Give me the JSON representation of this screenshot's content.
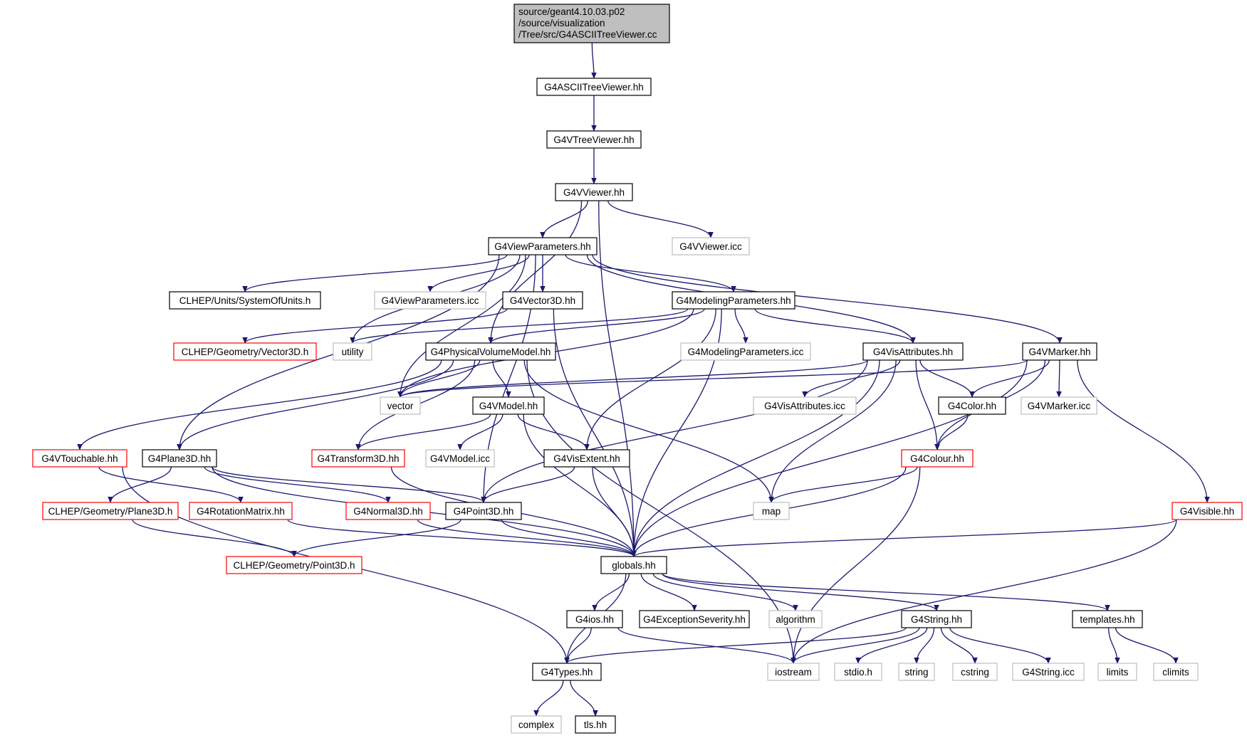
{
  "colors": {
    "edge": "#191970",
    "normal_border": "#000000",
    "truncated_border": "#ff0000",
    "system_border": "#bfbfbf",
    "root_fill": "#bfbfbf",
    "node_fill": "#ffffff"
  },
  "nodes": [
    {
      "id": "root",
      "lines": [
        "source/geant4.10.03.p02",
        "/source/visualization",
        "/Tree/src/G4ASCIITreeViewer.cc"
      ],
      "kind": "root"
    },
    {
      "id": "ascii",
      "lines": [
        "G4ASCIITreeViewer.hh"
      ],
      "kind": "normal"
    },
    {
      "id": "vtree",
      "lines": [
        "G4VTreeViewer.hh"
      ],
      "kind": "normal"
    },
    {
      "id": "vviewer",
      "lines": [
        "G4VViewer.hh"
      ],
      "kind": "normal"
    },
    {
      "id": "viewparams",
      "lines": [
        "G4ViewParameters.hh"
      ],
      "kind": "normal"
    },
    {
      "id": "vvieweric",
      "lines": [
        "G4VViewer.icc"
      ],
      "kind": "system"
    },
    {
      "id": "units",
      "lines": [
        "CLHEP/Units/SystemOfUnits.h"
      ],
      "kind": "normal"
    },
    {
      "id": "vpicc",
      "lines": [
        "G4ViewParameters.icc"
      ],
      "kind": "system"
    },
    {
      "id": "vector3d",
      "lines": [
        "G4Vector3D.hh"
      ],
      "kind": "normal"
    },
    {
      "id": "modelparams",
      "lines": [
        "G4ModelingParameters.hh"
      ],
      "kind": "normal"
    },
    {
      "id": "clhepvec",
      "lines": [
        "CLHEP/Geometry/Vector3D.h"
      ],
      "kind": "truncated"
    },
    {
      "id": "utility",
      "lines": [
        "utility"
      ],
      "kind": "system"
    },
    {
      "id": "pvmodel",
      "lines": [
        "G4PhysicalVolumeModel.hh"
      ],
      "kind": "normal"
    },
    {
      "id": "mpicc",
      "lines": [
        "G4ModelingParameters.icc"
      ],
      "kind": "system"
    },
    {
      "id": "visattr",
      "lines": [
        "G4VisAttributes.hh"
      ],
      "kind": "normal"
    },
    {
      "id": "vmarker",
      "lines": [
        "G4VMarker.hh"
      ],
      "kind": "normal"
    },
    {
      "id": "vector",
      "lines": [
        "vector"
      ],
      "kind": "system"
    },
    {
      "id": "vmodel",
      "lines": [
        "G4VModel.hh"
      ],
      "kind": "normal"
    },
    {
      "id": "vaicc",
      "lines": [
        "G4VisAttributes.icc"
      ],
      "kind": "system"
    },
    {
      "id": "color",
      "lines": [
        "G4Color.hh"
      ],
      "kind": "normal"
    },
    {
      "id": "vmicc",
      "lines": [
        "G4VMarker.icc"
      ],
      "kind": "system"
    },
    {
      "id": "touchable",
      "lines": [
        "G4VTouchable.hh"
      ],
      "kind": "truncated"
    },
    {
      "id": "plane3d",
      "lines": [
        "G4Plane3D.hh"
      ],
      "kind": "normal"
    },
    {
      "id": "transform",
      "lines": [
        "G4Transform3D.hh"
      ],
      "kind": "truncated"
    },
    {
      "id": "vmodelicc",
      "lines": [
        "G4VModel.icc"
      ],
      "kind": "system"
    },
    {
      "id": "visextent",
      "lines": [
        "G4VisExtent.hh"
      ],
      "kind": "normal"
    },
    {
      "id": "colour",
      "lines": [
        "G4Colour.hh"
      ],
      "kind": "truncated"
    },
    {
      "id": "clhepplane",
      "lines": [
        "CLHEP/Geometry/Plane3D.h"
      ],
      "kind": "truncated"
    },
    {
      "id": "rotmat",
      "lines": [
        "G4RotationMatrix.hh"
      ],
      "kind": "truncated"
    },
    {
      "id": "normal3d",
      "lines": [
        "G4Normal3D.hh"
      ],
      "kind": "truncated"
    },
    {
      "id": "point3d",
      "lines": [
        "G4Point3D.hh"
      ],
      "kind": "normal"
    },
    {
      "id": "map",
      "lines": [
        "map"
      ],
      "kind": "system"
    },
    {
      "id": "visible",
      "lines": [
        "G4Visible.hh"
      ],
      "kind": "truncated"
    },
    {
      "id": "clheppoint",
      "lines": [
        "CLHEP/Geometry/Point3D.h"
      ],
      "kind": "truncated"
    },
    {
      "id": "globals",
      "lines": [
        "globals.hh"
      ],
      "kind": "normal"
    },
    {
      "id": "g4ios",
      "lines": [
        "G4ios.hh"
      ],
      "kind": "normal"
    },
    {
      "id": "exsev",
      "lines": [
        "G4ExceptionSeverity.hh"
      ],
      "kind": "normal"
    },
    {
      "id": "algorithm",
      "lines": [
        "algorithm"
      ],
      "kind": "system"
    },
    {
      "id": "g4string",
      "lines": [
        "G4String.hh"
      ],
      "kind": "normal"
    },
    {
      "id": "templates",
      "lines": [
        "templates.hh"
      ],
      "kind": "normal"
    },
    {
      "id": "g4types",
      "lines": [
        "G4Types.hh"
      ],
      "kind": "normal"
    },
    {
      "id": "iostream",
      "lines": [
        "iostream"
      ],
      "kind": "system"
    },
    {
      "id": "stdio",
      "lines": [
        "stdio.h"
      ],
      "kind": "system"
    },
    {
      "id": "string",
      "lines": [
        "string"
      ],
      "kind": "system"
    },
    {
      "id": "cstring",
      "lines": [
        "cstring"
      ],
      "kind": "system"
    },
    {
      "id": "g4stricc",
      "lines": [
        "G4String.icc"
      ],
      "kind": "system"
    },
    {
      "id": "limits",
      "lines": [
        "limits"
      ],
      "kind": "system"
    },
    {
      "id": "climits",
      "lines": [
        "climits"
      ],
      "kind": "system"
    },
    {
      "id": "complex",
      "lines": [
        "complex"
      ],
      "kind": "system"
    },
    {
      "id": "tls",
      "lines": [
        "tls.hh"
      ],
      "kind": "normal"
    }
  ],
  "edges": [
    [
      "root",
      "ascii"
    ],
    [
      "ascii",
      "vtree"
    ],
    [
      "vtree",
      "vviewer"
    ],
    [
      "vviewer",
      "viewparams"
    ],
    [
      "vviewer",
      "vvieweric"
    ],
    [
      "vviewer",
      "pvmodel"
    ],
    [
      "vviewer",
      "globals"
    ],
    [
      "viewparams",
      "units"
    ],
    [
      "viewparams",
      "vpicc"
    ],
    [
      "viewparams",
      "vector3d"
    ],
    [
      "viewparams",
      "modelparams"
    ],
    [
      "viewparams",
      "utility"
    ],
    [
      "viewparams",
      "vector"
    ],
    [
      "viewparams",
      "visattr"
    ],
    [
      "viewparams",
      "vmarker"
    ],
    [
      "viewparams",
      "plane3d"
    ],
    [
      "viewparams",
      "point3d"
    ],
    [
      "vector3d",
      "clhepvec"
    ],
    [
      "vector3d",
      "globals"
    ],
    [
      "modelparams",
      "utility"
    ],
    [
      "modelparams",
      "pvmodel"
    ],
    [
      "modelparams",
      "mpicc"
    ],
    [
      "modelparams",
      "visattr"
    ],
    [
      "modelparams",
      "vector"
    ],
    [
      "modelparams",
      "visextent"
    ],
    [
      "modelparams",
      "globals"
    ],
    [
      "pvmodel",
      "vector"
    ],
    [
      "pvmodel",
      "vmodel"
    ],
    [
      "pvmodel",
      "touchable"
    ],
    [
      "pvmodel",
      "plane3d"
    ],
    [
      "pvmodel",
      "transform"
    ],
    [
      "pvmodel",
      "map"
    ],
    [
      "pvmodel",
      "iostream"
    ],
    [
      "visattr",
      "vector"
    ],
    [
      "visattr",
      "vaicc"
    ],
    [
      "visattr",
      "color"
    ],
    [
      "visattr",
      "colour"
    ],
    [
      "visattr",
      "map"
    ],
    [
      "visattr",
      "point3d"
    ],
    [
      "visattr",
      "globals"
    ],
    [
      "vmarker",
      "color"
    ],
    [
      "vmarker",
      "vmicc"
    ],
    [
      "vmarker",
      "colour"
    ],
    [
      "vmarker",
      "visible"
    ],
    [
      "vmarker",
      "vector"
    ],
    [
      "vmarker",
      "globals"
    ],
    [
      "vmodel",
      "transform"
    ],
    [
      "vmodel",
      "vmodelicc"
    ],
    [
      "vmodel",
      "visextent"
    ],
    [
      "vmodel",
      "globals"
    ],
    [
      "color",
      "colour"
    ],
    [
      "touchable",
      "rotmat"
    ],
    [
      "touchable",
      "g4types"
    ],
    [
      "plane3d",
      "clhepplane"
    ],
    [
      "plane3d",
      "normal3d"
    ],
    [
      "plane3d",
      "point3d"
    ],
    [
      "plane3d",
      "globals"
    ],
    [
      "transform",
      "globals"
    ],
    [
      "visextent",
      "point3d"
    ],
    [
      "visextent",
      "globals"
    ],
    [
      "colour",
      "map"
    ],
    [
      "colour",
      "globals"
    ],
    [
      "colour",
      "iostream"
    ],
    [
      "clhepplane",
      "clheppoint"
    ],
    [
      "rotmat",
      "globals"
    ],
    [
      "normal3d",
      "globals"
    ],
    [
      "point3d",
      "clheppoint"
    ],
    [
      "point3d",
      "globals"
    ],
    [
      "visible",
      "globals"
    ],
    [
      "visible",
      "iostream"
    ],
    [
      "globals",
      "g4ios"
    ],
    [
      "globals",
      "exsev"
    ],
    [
      "globals",
      "algorithm"
    ],
    [
      "globals",
      "g4string"
    ],
    [
      "globals",
      "templates"
    ],
    [
      "globals",
      "g4types"
    ],
    [
      "g4ios",
      "g4types"
    ],
    [
      "g4ios",
      "iostream"
    ],
    [
      "g4string",
      "g4types"
    ],
    [
      "g4string",
      "iostream"
    ],
    [
      "g4string",
      "stdio"
    ],
    [
      "g4string",
      "string"
    ],
    [
      "g4string",
      "cstring"
    ],
    [
      "g4string",
      "g4stricc"
    ],
    [
      "templates",
      "limits"
    ],
    [
      "templates",
      "climits"
    ],
    [
      "g4types",
      "complex"
    ],
    [
      "g4types",
      "tls"
    ]
  ]
}
